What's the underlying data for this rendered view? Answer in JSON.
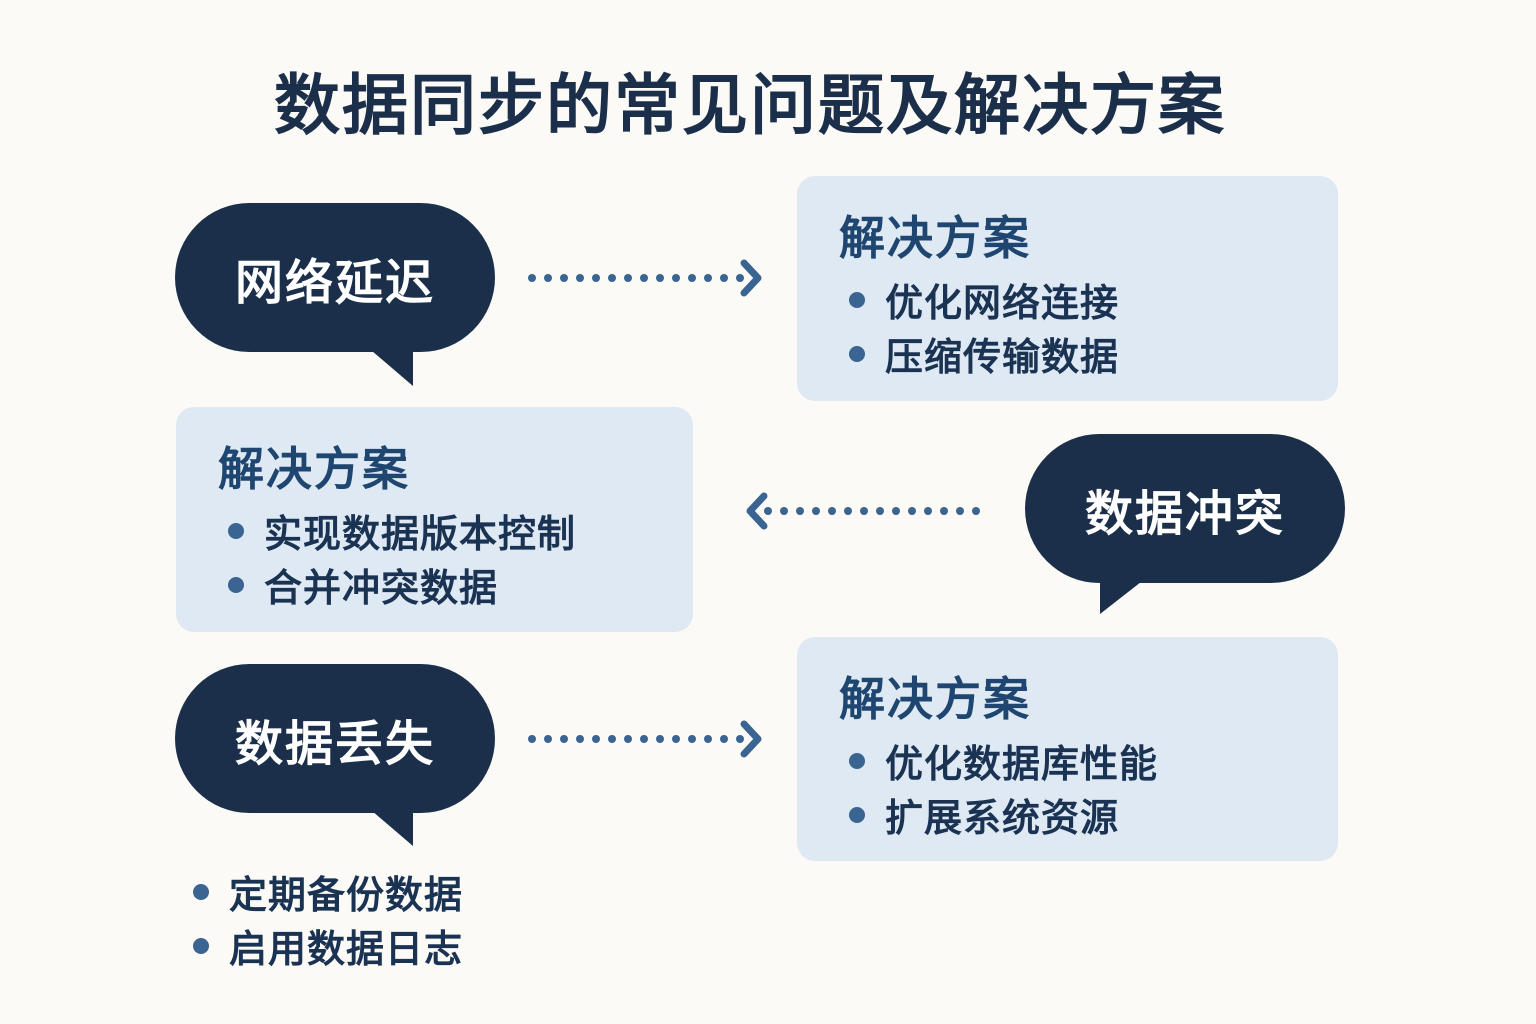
{
  "title": "数据同步的常见问题及解决方案",
  "colors": {
    "navy": "#1b2f4a",
    "box": "#dfe9f3",
    "accent": "#3a6491",
    "background": "#fbfaf6"
  },
  "problems": [
    {
      "label": "网络延迟",
      "solution_title": "解决方案",
      "solutions": [
        "优化网络连接",
        "压缩传输数据"
      ]
    },
    {
      "label": "数据冲突",
      "solution_title": "解决方案",
      "solutions": [
        "实现数据版本控制",
        "合并冲突数据"
      ]
    },
    {
      "label": "数据丢失",
      "solution_title": "解决方案",
      "solutions": [
        "优化数据库性能",
        "扩展系统资源"
      ],
      "extra": [
        "定期备份数据",
        "启用数据日志"
      ]
    }
  ]
}
